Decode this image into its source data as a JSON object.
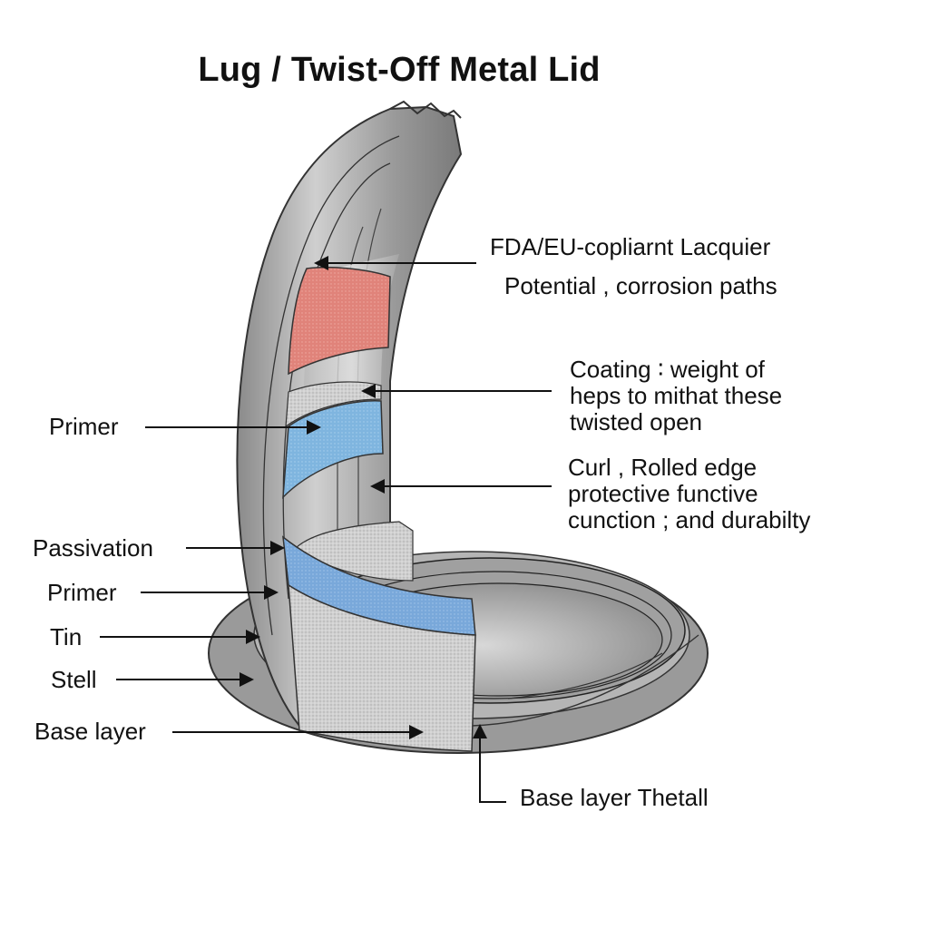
{
  "title": "Lug / Twist-Off Metal Lid",
  "callouts": {
    "lacquer": "FDA/EU-copliarnt Lacquier",
    "corrosion": "Potential , corrosion paths",
    "coating": [
      "Coating ∶ weight of",
      "heps to mithat these",
      "twisted open"
    ],
    "curl": [
      "Curl , Rolled edge",
      "protective functive",
      "cunction ; and durabilty"
    ],
    "primer_upper": "Primer",
    "passivation": "Passivation",
    "primer_lower": "Primer",
    "tin": "Tin",
    "steel": "Stell",
    "base_layer": "Base layer",
    "base_layer_metal": "Base layer Thetall"
  },
  "colors": {
    "lacquer_layer": "#e0837a",
    "primer_layer": "#7fb5df",
    "passivation_layer": "#7aa6d8",
    "metal": "#a9a9a9",
    "metal_dark": "#7d7d7d",
    "base_texture": "#d2d2d2"
  }
}
